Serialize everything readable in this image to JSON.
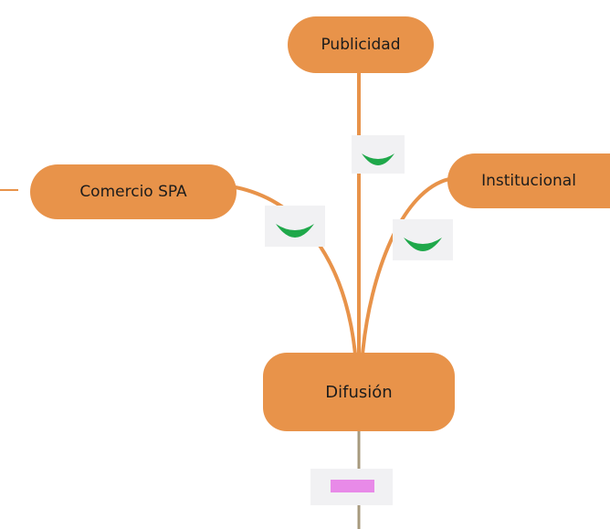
{
  "colors": {
    "node_fill": "#E8934A",
    "connector": "#E8934A",
    "connector_down": "#A79A7E",
    "marker_bg": "#F1F1F3",
    "smile_green": "#1FA84A",
    "pink_marker": "#E88AE8"
  },
  "nodes": {
    "publicidad": {
      "label": "Publicidad",
      "marker_icon": "smile-icon"
    },
    "comercio_spa": {
      "label": "Comercio SPA",
      "marker_icon": "smile-icon"
    },
    "institucional": {
      "label": "Institucional",
      "marker_icon": "smile-icon"
    },
    "difusion": {
      "label": "Difusión",
      "marker_icon": "pink-bar-icon"
    }
  }
}
